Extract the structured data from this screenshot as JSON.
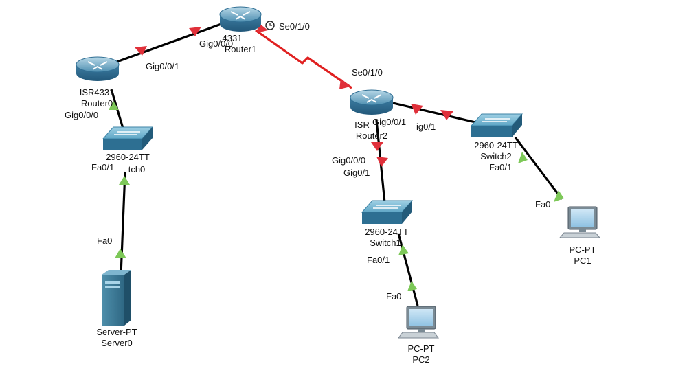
{
  "devices": {
    "router0": {
      "model": "ISR4331",
      "name": "Router0"
    },
    "router1": {
      "model": "4331",
      "name": "Router1"
    },
    "router2": {
      "model": "ISR",
      "name": "Router2"
    },
    "switch0": {
      "model": "2960-24TT",
      "name": "tch0"
    },
    "switch1": {
      "model": "2960-24TT",
      "name": "Switch1"
    },
    "switch2": {
      "model": "2960-24TT",
      "name": "Switch2"
    },
    "server0": {
      "model": "Server-PT",
      "name": "Server0"
    },
    "pc1": {
      "model": "PC-PT",
      "name": "PC1"
    },
    "pc2": {
      "model": "PC-PT",
      "name": "PC2"
    }
  },
  "ports": {
    "r1_gig000": "Gig0/0/0",
    "r1_se010": "Se0/1/0",
    "r0_gig001": "Gig0/0/1",
    "r0_gig000": "Gig0/0/0",
    "r2_se010": "Se0/1/0",
    "r2_gig001": "Gig0/0/1",
    "r2_gig000": "Gig0/0/0",
    "sw2_gig01": "ig0/1",
    "sw2_fa01": "Fa0/1",
    "sw0_fa01": "Fa0/1",
    "sw1_gig01": "Gig0/1",
    "sw1_fa01": "Fa0/1",
    "server_fa0": "Fa0",
    "pc1_fa0": "Fa0",
    "pc2_fa0": "Fa0"
  },
  "link_status_colors": {
    "up": "#7dc858",
    "down": "#e0303a"
  },
  "link_colors": {
    "ethernet": "#000000",
    "serial": "#e02020"
  },
  "icons": [
    "router-icon",
    "switch-icon",
    "server-icon",
    "pc-icon",
    "clock-icon"
  ]
}
